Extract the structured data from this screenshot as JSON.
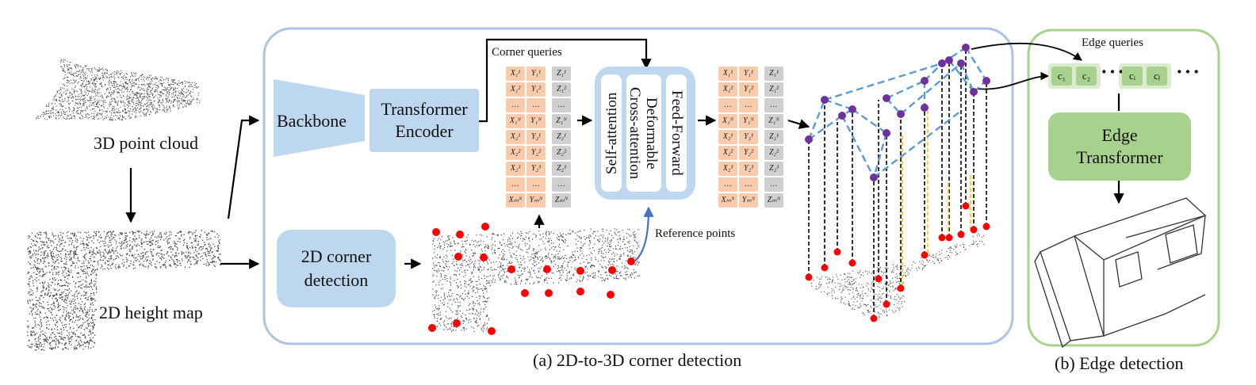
{
  "inputs": {
    "point_cloud_label": "3D point cloud",
    "height_map_label": "2D height map"
  },
  "panel_a": {
    "caption": "(a) 2D-to-3D corner detection",
    "backbone": "Backbone",
    "encoder": "Transformer\nEncoder",
    "corner_detection": "2D corner\ndetection",
    "corner_queries_label": "Corner queries",
    "reference_points_label": "Reference points",
    "decoder_layers": [
      "Self-attention",
      "Deformable\nCross-attention",
      "Feed-Forward"
    ]
  },
  "panel_b": {
    "caption": "(b) Edge detection",
    "edge_queries_label": "Edge queries",
    "edge_transformer": "Edge\nTransformer",
    "queries": [
      "c₁",
      "c₂",
      "cᵢ",
      "cⱼ"
    ],
    "ellipsis": "···"
  },
  "query_grid": {
    "rows": [
      [
        "X₁¹",
        "Y₁¹",
        "Z₁¹"
      ],
      [
        "X₁²",
        "Y₁²",
        "Z₁²"
      ],
      [
        "…",
        "…",
        "…"
      ],
      [
        "X₁ᴺ",
        "Y₁ᴺ",
        "Z₁ᴺ"
      ],
      [
        "X₂¹",
        "Y₂¹",
        "Z₂¹"
      ],
      [
        "X₂²",
        "Y₂²",
        "Z₂²"
      ],
      [
        "X₂³",
        "Y₂³",
        "Z₂³"
      ],
      [
        "…",
        "…",
        "…"
      ],
      [
        "Xₘᴺ",
        "Yₘᴺ",
        "Zₘᴺ"
      ]
    ]
  },
  "colors": {
    "panel_a_border": "#aec3e3",
    "panel_b_border": "#a9d18e",
    "blue_box": "#bdd7ee",
    "green_box": "#a9d18e",
    "query_xy": "#f8cbad",
    "query_z": "#d0cece",
    "corner_2d": "#ff0000",
    "corner_3d": "#7030a0",
    "edge_dashed": "#5b9bd5",
    "match_line": "#ffc000"
  }
}
